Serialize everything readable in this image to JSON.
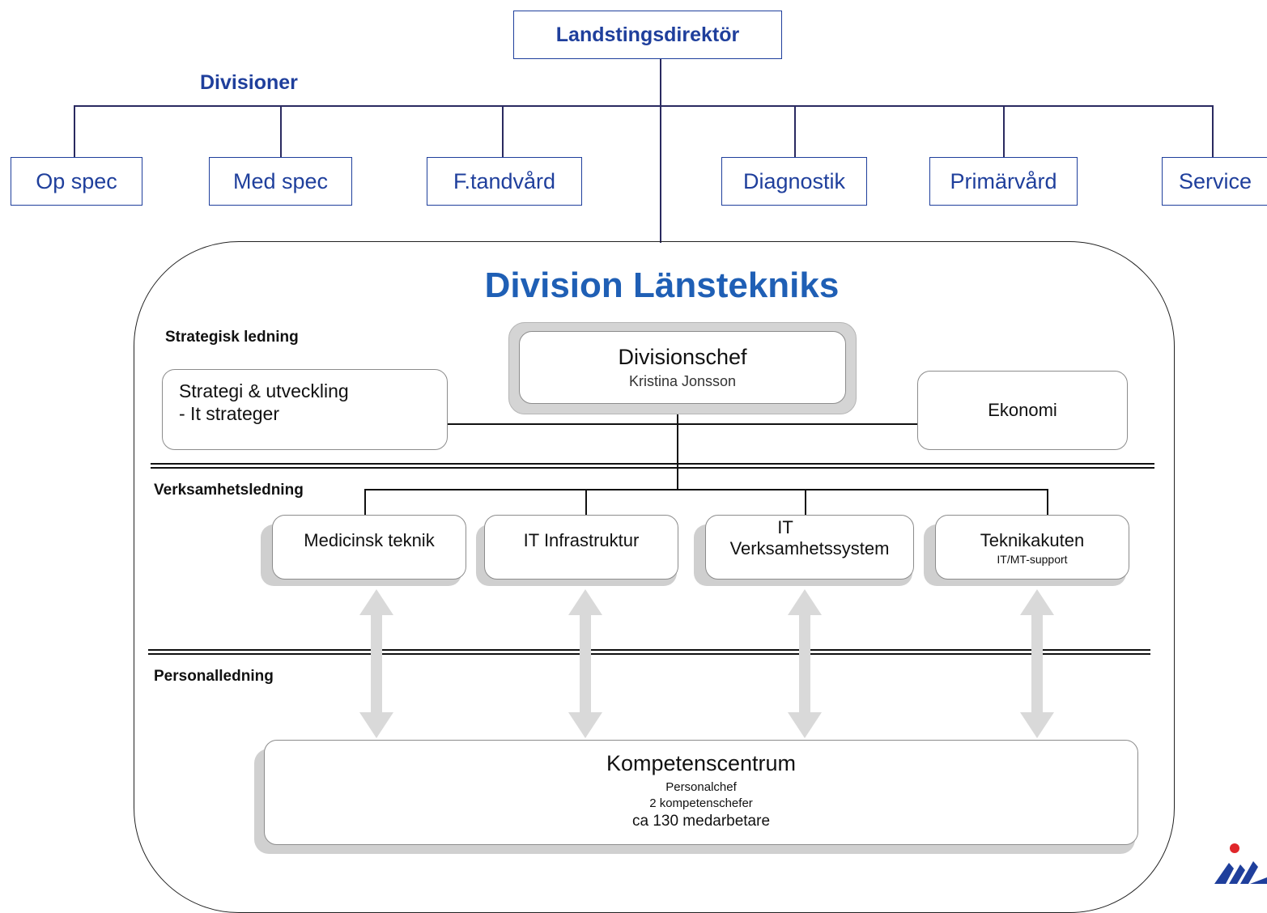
{
  "top": {
    "director": "Landstingsdirektör",
    "divisions_label": "Divisioner",
    "divisions": [
      "Op spec",
      "Med spec",
      "F.tandvård",
      "Diagnostik",
      "Primärvård",
      "Service"
    ]
  },
  "division": {
    "title": "Division Länstekniks",
    "levels": {
      "strategic": "Strategisk ledning",
      "operational": "Verksamhetsledning",
      "personnel": "Personalledning"
    },
    "chief": {
      "title": "Divisionschef",
      "name": "Kristina Jonsson"
    },
    "strategy": {
      "line1": "Strategi & utveckling",
      "line2": "- It strateger"
    },
    "economy": "Ekonomi",
    "units": {
      "medtech": "Medicinsk teknik",
      "infra": "IT Infrastruktur",
      "vs_line1": "IT",
      "vs_line2": "Verksamhetssystem",
      "tk_title": "Teknikakuten",
      "tk_sub": "IT/MT-support"
    },
    "competence": {
      "title": "Kompetenscentrum",
      "line1": "Personalchef",
      "line2": "2 kompetenschefer",
      "line3": "ca 130 medarbetare"
    }
  },
  "colors": {
    "accent_blue": "#1f3f9c",
    "title_blue": "#1f5fb5",
    "arrow_gray": "#d9d9d9",
    "logo_blue": "#1f3f9c",
    "logo_red": "#e0262a"
  },
  "logo": {
    "icon": "landsting-logo-icon"
  }
}
